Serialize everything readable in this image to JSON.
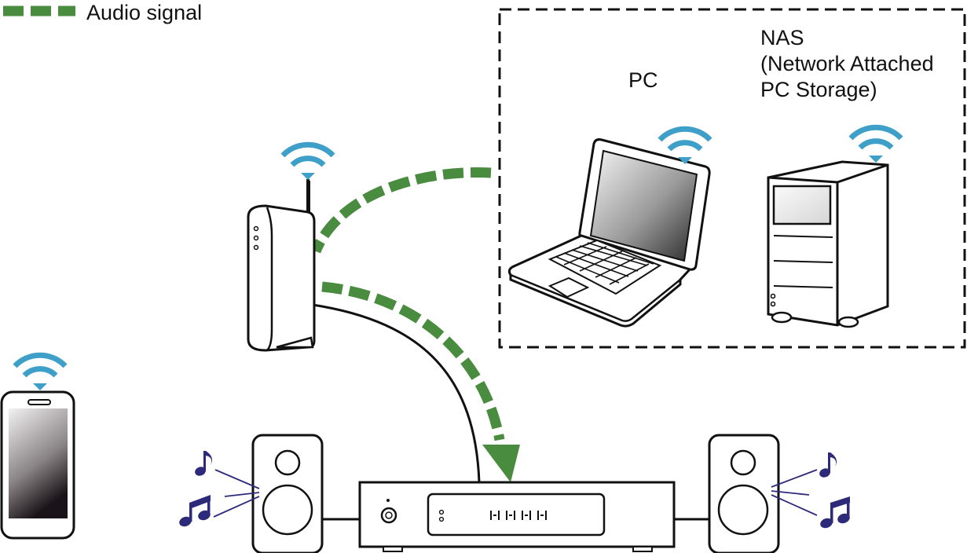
{
  "legend": {
    "label": "Audio signal",
    "color": "#4a8c3f"
  },
  "labels": {
    "pc": "PC",
    "nas_line1": "NAS",
    "nas_line2": "(Network Attached",
    "nas_line3": "PC Storage)"
  },
  "colors": {
    "wifi": "#3ea0c8",
    "audio_path": "#4a8c3f",
    "music_note": "#2e2a7a",
    "outline": "#111111"
  },
  "icons": {
    "router": "router-icon",
    "laptop": "laptop-icon",
    "nas": "nas-tower-icon",
    "smartphone": "smartphone-icon",
    "amplifier": "network-player-icon",
    "speaker": "speaker-icon",
    "wifi": "wifi-icon",
    "note": "music-note-icon"
  }
}
